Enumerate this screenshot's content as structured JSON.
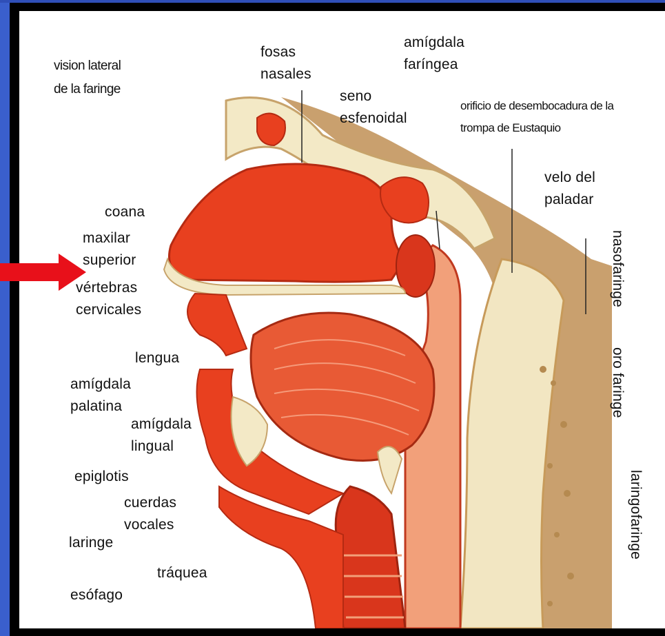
{
  "colors": {
    "frame": "#3a5fcd",
    "background": "#000000",
    "panel": "#ffffff",
    "tissue": "#e8401f",
    "tissue_light": "#f27a55",
    "bone": "#f3e9c6",
    "arrow": "#e8101a"
  },
  "title": {
    "line1": "vision lateral",
    "line2": "de la faringe"
  },
  "labels": {
    "fosas_nasales": {
      "line1": "fosas",
      "line2": "nasales"
    },
    "amigdala_faringea": {
      "line1": "amígdala",
      "line2": "faríngea"
    },
    "seno_esfenoidal": {
      "line1": "seno",
      "line2": "esfenoidal"
    },
    "orificio": {
      "line1": "orificio de desembocadura de la",
      "line2": "trompa de Eustaquio"
    },
    "velo_paladar": {
      "line1": "velo del",
      "line2": "paladar"
    },
    "coana": "coana",
    "maxilar_superior": {
      "line1": "maxilar",
      "line2": "superior"
    },
    "vertebras_cervicales": {
      "line1": "vértebras",
      "line2": "cervicales"
    },
    "lengua": "lengua",
    "amigdala_palatina": {
      "line1": "amígdala",
      "line2": "palatina"
    },
    "amigdala_lingual": {
      "line1": "amígdala",
      "line2": "lingual"
    },
    "epiglotis": "epiglotis",
    "cuerdas_vocales": {
      "line1": "cuerdas",
      "line2": "vocales"
    },
    "laringe": "laringe",
    "traquea": "tráquea",
    "esofago": "esófago",
    "nasofaringe": "nasofaringe",
    "orofaringe": "oro faringe",
    "laringofaringe": "laringofaringe"
  },
  "icons": {
    "pointer": "arrow-right-icon"
  }
}
